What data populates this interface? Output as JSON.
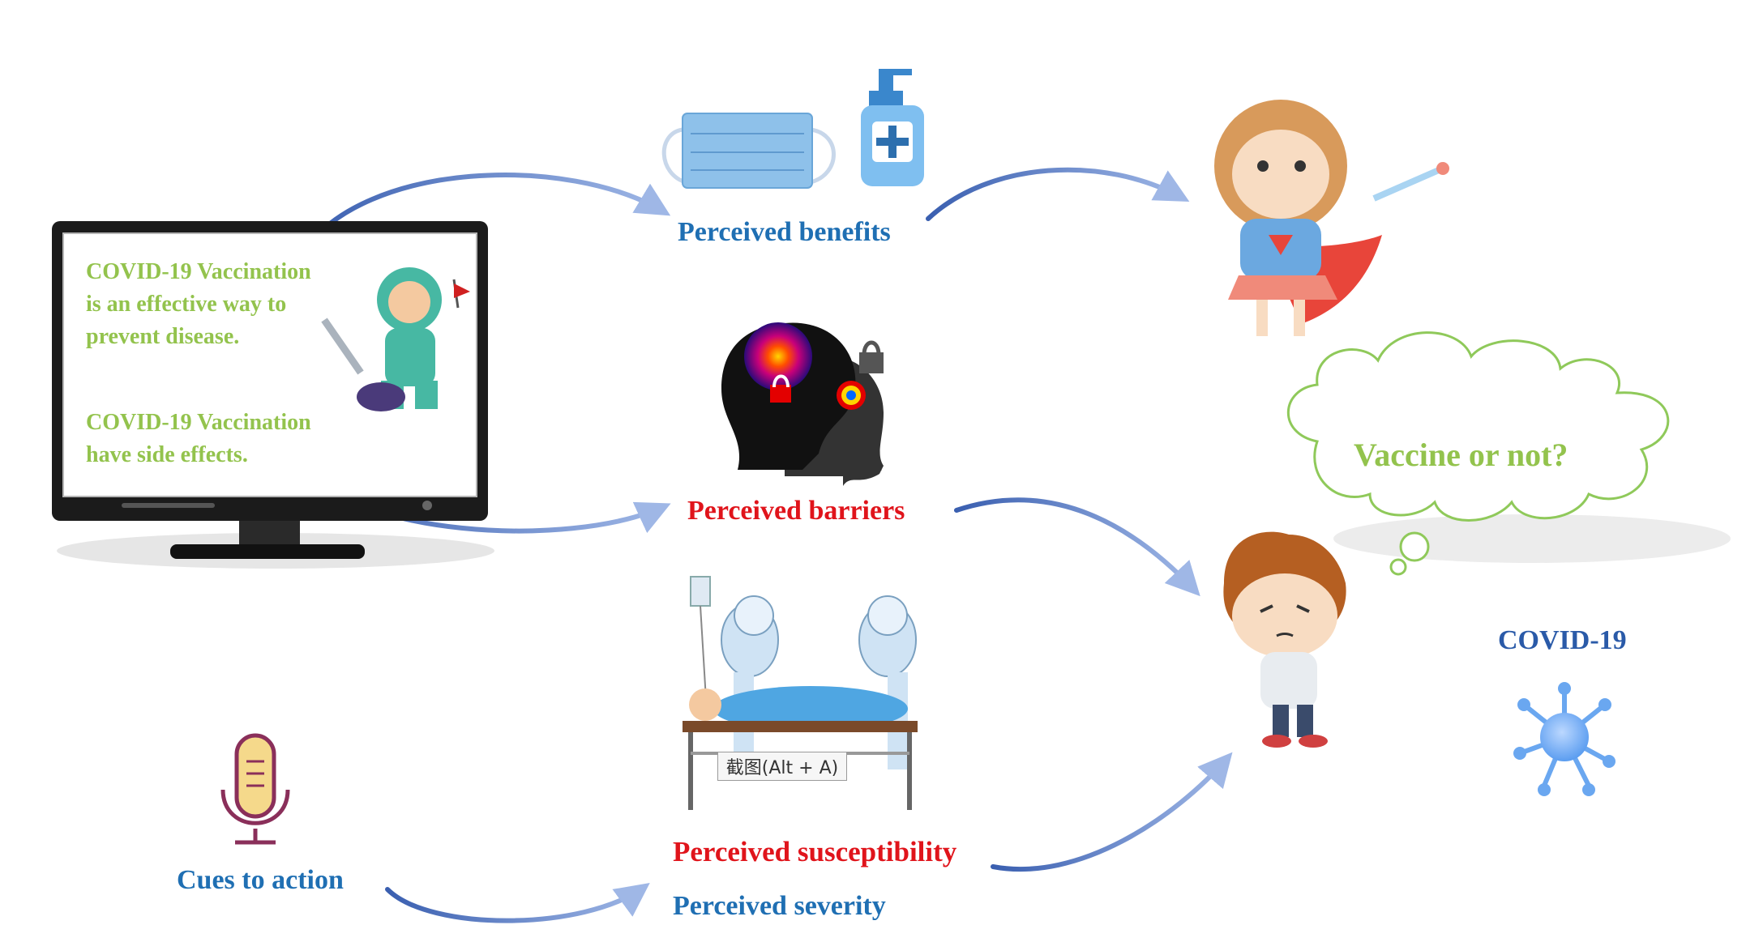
{
  "labels": {
    "perceived_benefits": "Perceived benefits",
    "perceived_barriers": "Perceived barriers",
    "perceived_susceptibility": "Perceived susceptibility",
    "perceived_severity": "Perceived severity",
    "cues_to_action": "Cues to action",
    "covid19": "COVID-19",
    "thought_bubble": "Vaccine or not?"
  },
  "monitor": {
    "text1_line1": "COVID-19 Vaccination",
    "text1_line2": "is an effective way to",
    "text1_line3": "prevent disease.",
    "text2_line1": "COVID-19 Vaccination",
    "text2_line2": "have side effects."
  },
  "tooltip": "截图(Alt + A)",
  "colors": {
    "blue_label": "#1f6fb3",
    "red_label": "#e0141b",
    "green_text": "#93c34d",
    "arrow": "#5b7fc7"
  },
  "icons": [
    "face-mask-icon",
    "sanitizer-bottle-icon",
    "superhero-girl-icon",
    "brain-lock-icon",
    "patient-stretcher-icon",
    "microphone-icon",
    "confused-boy-icon",
    "virus-icon",
    "thought-cloud-icon",
    "monitor-icon",
    "doctor-icon"
  ]
}
